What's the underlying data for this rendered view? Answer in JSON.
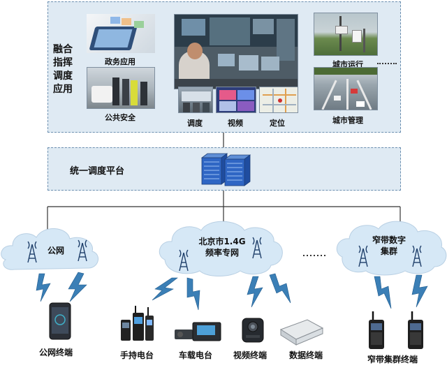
{
  "top_panel": {
    "title_lines": [
      "融合",
      "指挥",
      "调度",
      "应用"
    ],
    "apps": {
      "gov": "政务应用",
      "safety": "公共安全",
      "dispatch": "调度",
      "video": "视频",
      "locate": "定位",
      "city_ops": "城市运行",
      "city_mgmt": "城市管理"
    }
  },
  "platform": {
    "title": "统一调度平台"
  },
  "networks": {
    "public": "公网",
    "beijing_line1": "北京市1.4G",
    "beijing_line2": "频率专网",
    "narrow_line1": "窄带数字",
    "narrow_line2": "集群"
  },
  "terminals": {
    "public_phone": "公网终端",
    "handheld": "手持电台",
    "vehicle": "车载电台",
    "video": "视频终端",
    "data": "数据终端",
    "narrow_cluster": "窄带集群终端"
  },
  "colors": {
    "panel_bg": "#dfeaf3",
    "panel_border": "#6b8fb0",
    "cloud_fill": "#d6e8f6",
    "lightning": "#3b7fb6",
    "tower": "#1f3f6a"
  }
}
